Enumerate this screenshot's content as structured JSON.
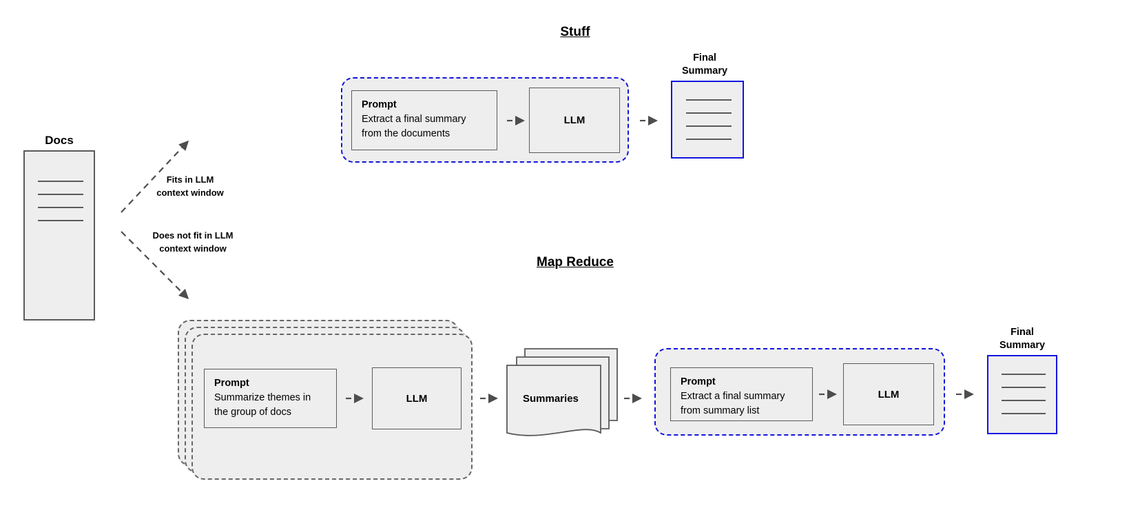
{
  "diagram": {
    "title_stuff": "Stuff",
    "title_map_reduce": "Map Reduce"
  },
  "source": {
    "docs_label": "Docs"
  },
  "branches": [
    {
      "label": "Fits in LLM\ncontext window"
    },
    {
      "label": "Does not fit in LLM\ncontext window"
    }
  ],
  "stuff_chain": {
    "prompt": {
      "title": "Prompt",
      "body": "Extract a final summary\nfrom the documents"
    },
    "llm_label": "LLM",
    "final_summary_label": "Final\nSummary"
  },
  "map_reduce_chain": {
    "map_prompt": {
      "title": "Prompt",
      "body": "Summarize themes in\nthe group of docs"
    },
    "map_llm_label": "LLM",
    "summaries_label": "Summaries",
    "reduce_prompt": {
      "title": "Prompt",
      "body": "Extract a final summary\nfrom summary list"
    },
    "reduce_llm_label": "LLM",
    "final_summary_label": "Final\nSummary"
  },
  "colors": {
    "accent_blue": "#1414e0",
    "stroke_gray": "#5a5a5a",
    "fill_gray": "#eeeeee",
    "dashed_gray": "#666666",
    "arrow_gray": "#4d4d4d"
  },
  "icons": {
    "arrow": "arrow-right-icon",
    "doc": "document-icon",
    "stack": "document-stack-icon"
  }
}
